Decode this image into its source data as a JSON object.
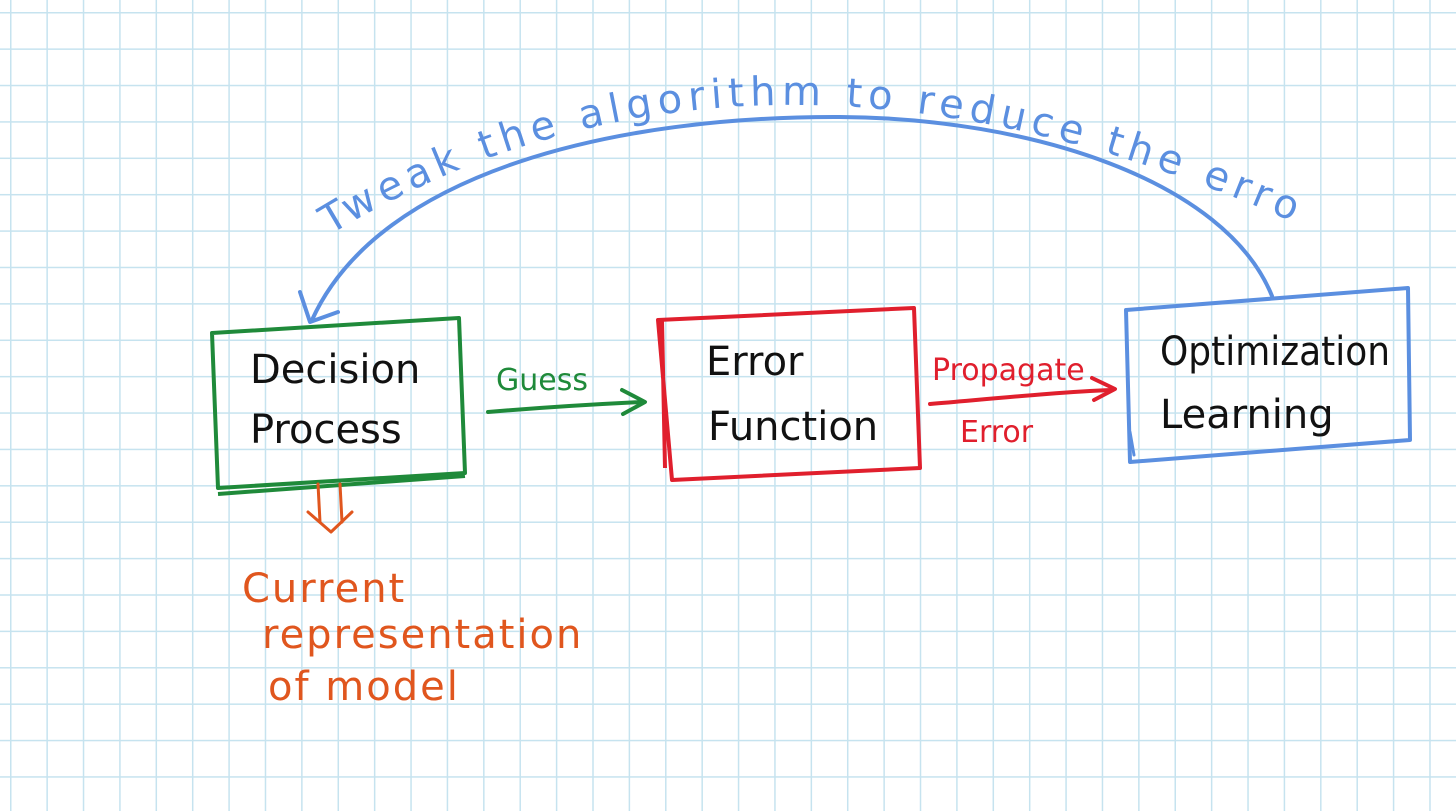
{
  "diagram": {
    "nodes": {
      "decision": {
        "line1": "Decision",
        "line2": "Process"
      },
      "error_fn": {
        "line1": "Error",
        "line2": "Function"
      },
      "optim": {
        "line1": "Optimization",
        "line2": "Learning"
      }
    },
    "edges": {
      "guess": "Guess",
      "propagate_line1": "Propagate",
      "propagate_line2": "Error",
      "feedback": "Tweak the algorithm to reduce the error"
    },
    "note": {
      "line1": "Current",
      "line2": "representation",
      "line3": "of model"
    }
  },
  "colors": {
    "grid": "#c6e3ef",
    "decision": "#1f8a3a",
    "error_fn": "#e01f2d",
    "optim": "#5b8fe0",
    "note": "#e0561e",
    "ink": "#111111"
  }
}
